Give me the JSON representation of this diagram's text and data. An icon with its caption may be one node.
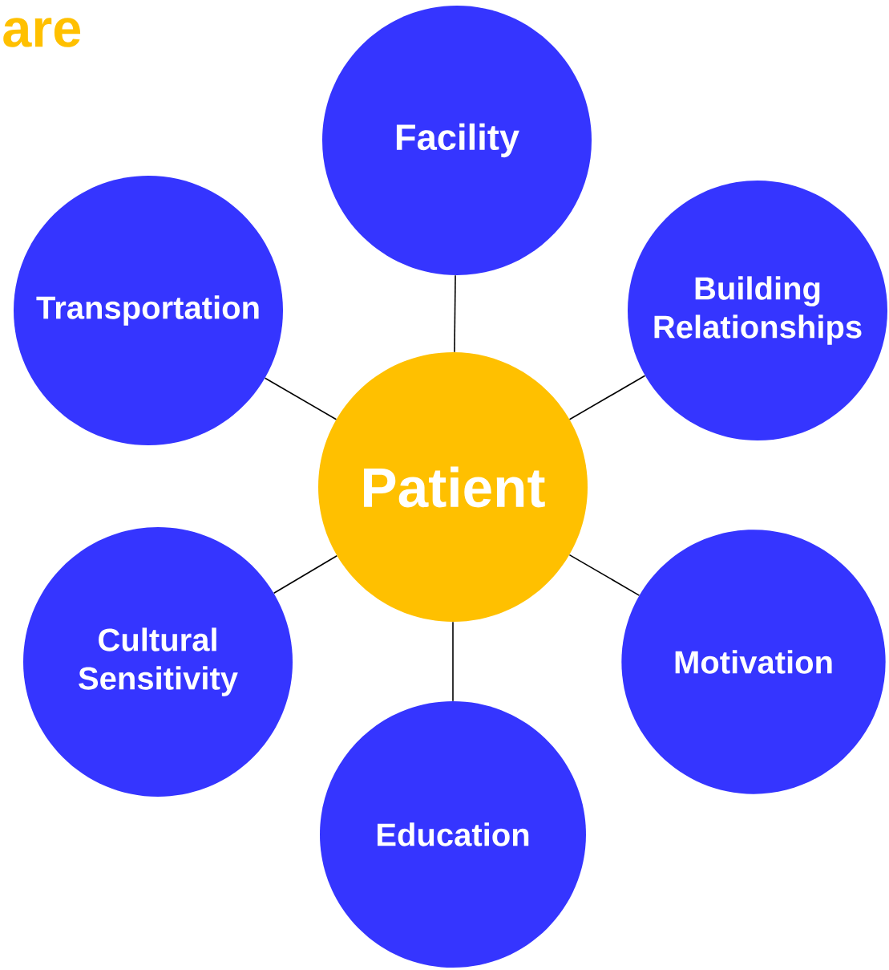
{
  "diagram": {
    "nodes": [
      {
        "text": [
          "Facility"
        ]
      },
      {
        "text": [
          "Transportation"
        ]
      },
      {
        "text": [
          "Building Relationships"
        ]
      },
      {
        "text": [
          "Patient"
        ]
      },
      {
        "text": [
          "Cultural Sensitivity"
        ]
      },
      {
        "text": [
          "Motivation"
        ]
      },
      {
        "text": [
          "Education"
        ]
      }
    ],
    "edges": [
      {
        "from": 3,
        "to": 0,
        "arrow": "none"
      },
      {
        "from": 3,
        "to": 1,
        "arrow": "none"
      },
      {
        "from": 3,
        "to": 2,
        "arrow": "none"
      },
      {
        "from": 3,
        "to": 4,
        "arrow": "none"
      },
      {
        "from": 3,
        "to": 5,
        "arrow": "none"
      },
      {
        "from": 3,
        "to": 6,
        "arrow": "none"
      }
    ],
    "labels": [
      "are"
    ]
  }
}
